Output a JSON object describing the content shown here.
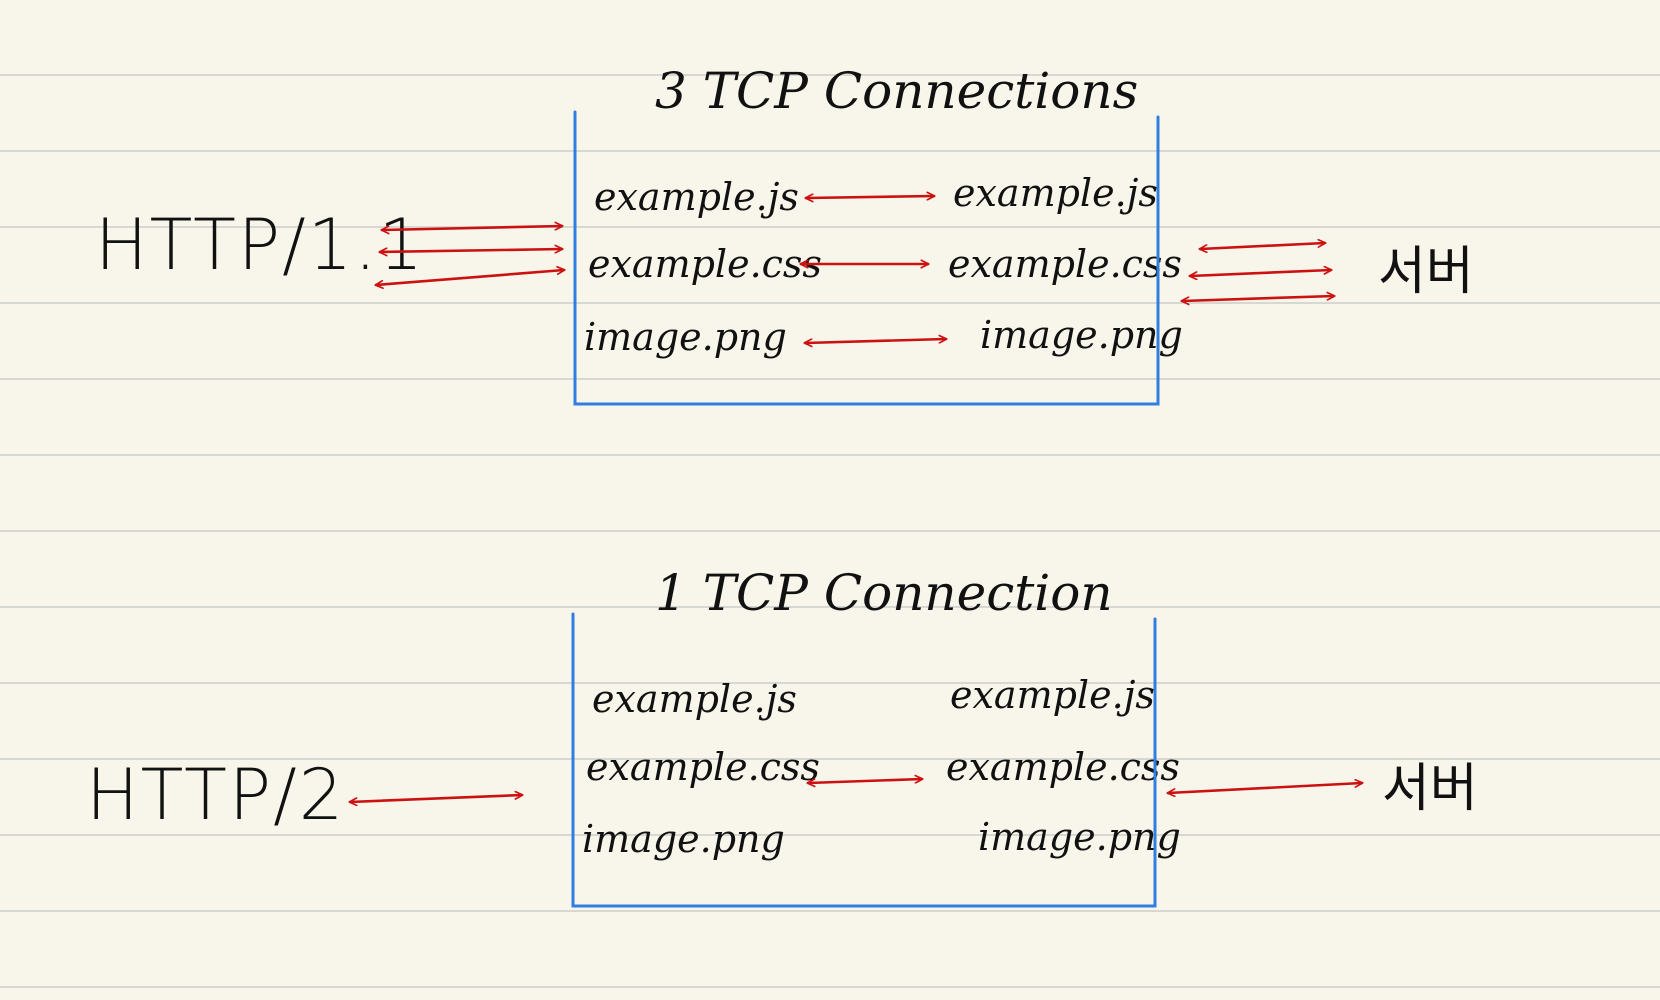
{
  "colors": {
    "paper": "#f8f5ea",
    "rule": "#d8d8d3",
    "ink": "#111111",
    "arrow": "#cc1111",
    "box": "#2f7fe0"
  },
  "top": {
    "title": "3 TCP Connections",
    "protocol": "HTTP/1.1",
    "endpoint": "서버",
    "left_files": [
      "example.js",
      "example.css",
      "image.png"
    ],
    "right_files": [
      "example.js",
      "example.css",
      "image.png"
    ]
  },
  "bottom": {
    "title": "1 TCP Connection",
    "protocol": "HTTP/2",
    "endpoint": "서버",
    "left_files": [
      "example.js",
      "example.css",
      "image.png"
    ],
    "right_files": [
      "example.js",
      "example.css",
      "image.png"
    ]
  }
}
